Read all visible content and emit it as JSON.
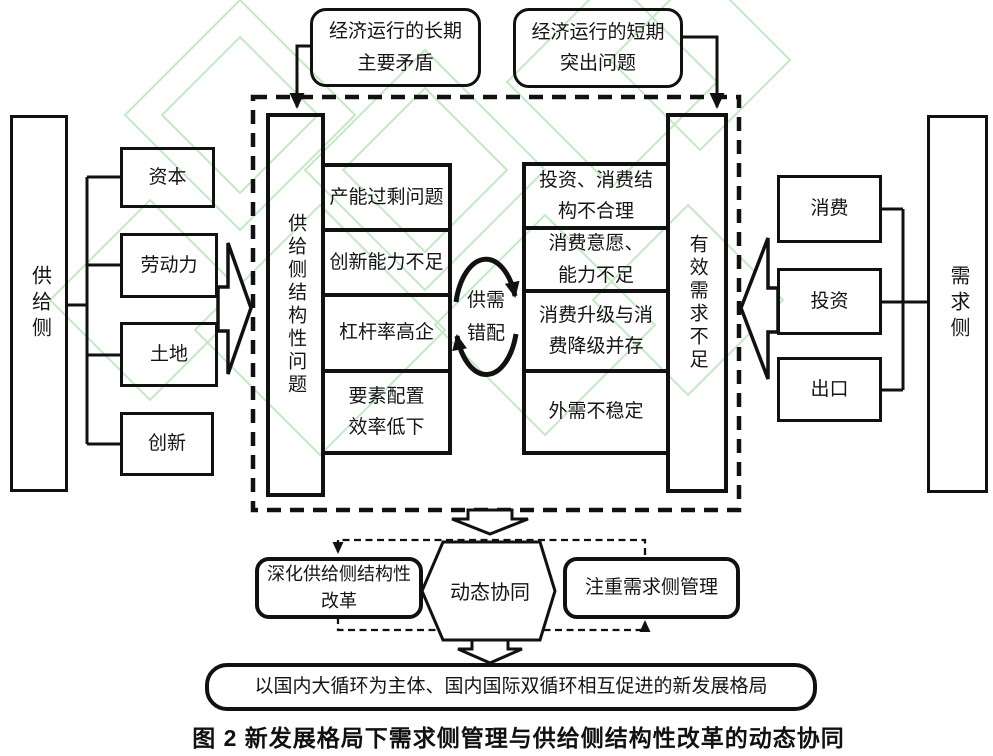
{
  "colors": {
    "line": "#111111",
    "watermark": "#c4e9c4",
    "background": "#ffffff"
  },
  "top_row": {
    "long_term_box": "经济运行的长期\n主要矛盾",
    "short_term_box": "经济运行的短期\n突出问题"
  },
  "left_panel": {
    "side_box": "供给侧",
    "factor_boxes": [
      "资本",
      "劳动力",
      "土地",
      "创新"
    ]
  },
  "center_panel": {
    "supply_column": "供给侧结构性问题",
    "supply_problems": [
      "产能过剩问题",
      "创新能力不足",
      "杠杆率高企",
      "要素配置\n效率低下"
    ],
    "mismatch_label": "供需\n错配",
    "demand_problems": [
      "投资、消费结\n构不合理",
      "消费意愿、\n能力不足",
      "消费升级与消\n费降级并存",
      "外需不稳定"
    ],
    "demand_column": "有效需求不足"
  },
  "right_panel": {
    "component_boxes": [
      "消费",
      "投资",
      "出口"
    ],
    "side_box": "需求侧"
  },
  "bottom_row": {
    "left_rounded_box": "深化供给侧结构性\n改革",
    "hexagon_label": "动态协同",
    "right_rounded_box": "注重需求侧管理",
    "banner": "以国内大循环为主体、国内国际双循环相互促进的新发展格局",
    "caption": "图 2  新发展格局下需求侧管理与供给侧结构性改革的动态协同"
  }
}
